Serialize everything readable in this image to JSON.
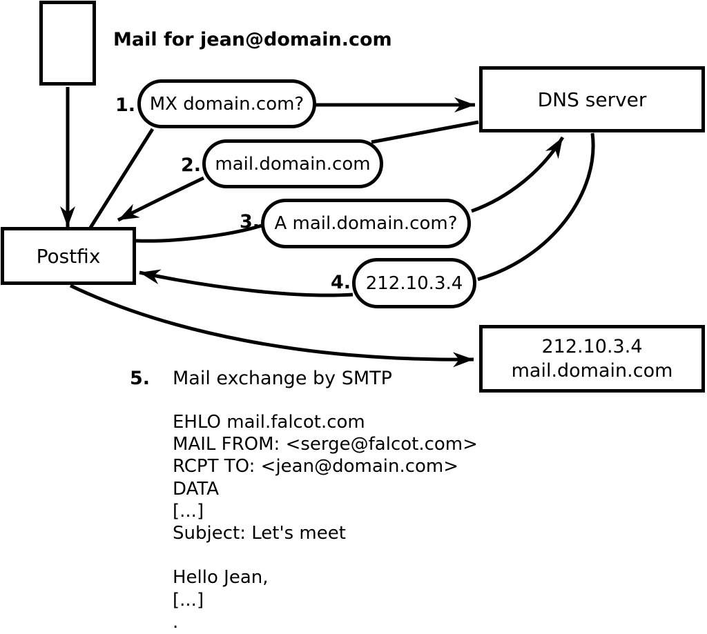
{
  "title": "Mail for jean@domain.com",
  "nodes": {
    "postfix": "Postfix",
    "dns": "DNS server",
    "target": {
      "line1": "212.10.3.4",
      "line2": "mail.domain.com"
    }
  },
  "steps": [
    {
      "num": "1.",
      "label": "MX domain.com?"
    },
    {
      "num": "2.",
      "label": "mail.domain.com"
    },
    {
      "num": "3.",
      "label": "A mail.domain.com?"
    },
    {
      "num": "4.",
      "label": "212.10.3.4"
    },
    {
      "num": "5.",
      "label": "Mail exchange by SMTP"
    }
  ],
  "smtp_session": [
    "EHLO mail.falcot.com",
    "MAIL FROM: <serge@falcot.com>",
    "RCPT TO: <jean@domain.com>",
    "DATA",
    "[...]",
    "Subject: Let's meet",
    "",
    "Hello Jean,",
    "[...]",
    "."
  ],
  "colors": {
    "ink": "#000000",
    "paper": "#ffffff"
  }
}
